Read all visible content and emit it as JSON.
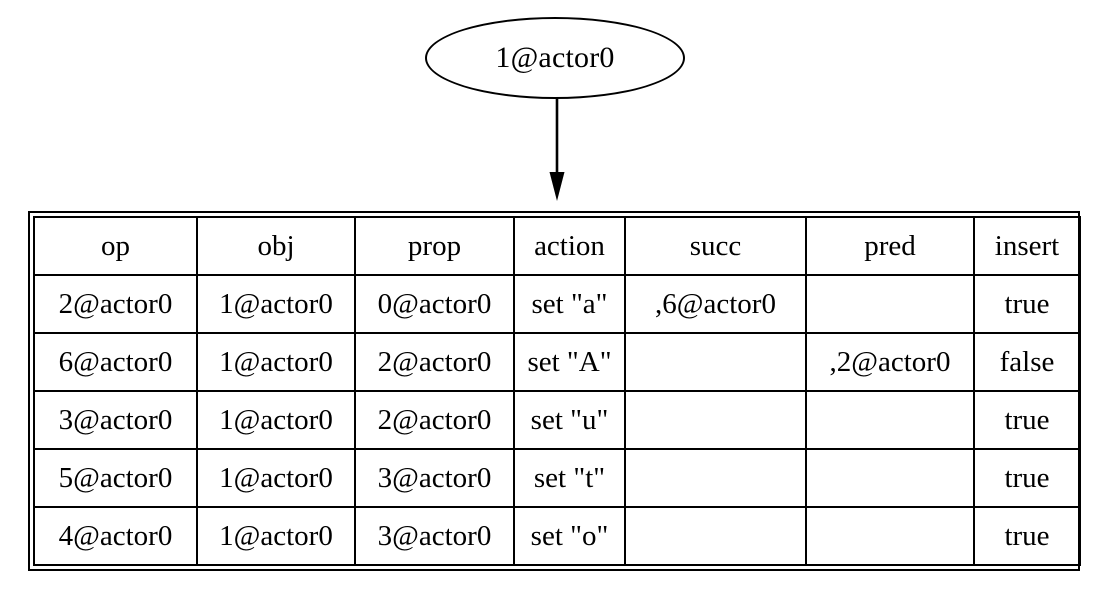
{
  "graph": {
    "node": {
      "label": "1@actor0",
      "shape": "ellipse"
    },
    "edge": {
      "from": "1@actor0",
      "to": "record-table",
      "style": "solid-arrow-down"
    }
  },
  "table": {
    "columns": [
      "op",
      "obj",
      "prop",
      "action",
      "succ",
      "pred",
      "insert"
    ],
    "rows": [
      {
        "op": "2@actor0",
        "obj": "1@actor0",
        "prop": "0@actor0",
        "action": "set \"a\"",
        "succ": ",6@actor0",
        "pred": "",
        "insert": "true"
      },
      {
        "op": "6@actor0",
        "obj": "1@actor0",
        "prop": "2@actor0",
        "action": "set \"A\"",
        "succ": "",
        "pred": ",2@actor0",
        "insert": "false"
      },
      {
        "op": "3@actor0",
        "obj": "1@actor0",
        "prop": "2@actor0",
        "action": "set \"u\"",
        "succ": "",
        "pred": "",
        "insert": "true"
      },
      {
        "op": "5@actor0",
        "obj": "1@actor0",
        "prop": "3@actor0",
        "action": "set \"t\"",
        "succ": "",
        "pred": "",
        "insert": "true"
      },
      {
        "op": "4@actor0",
        "obj": "1@actor0",
        "prop": "3@actor0",
        "action": "set \"o\"",
        "succ": "",
        "pred": "",
        "insert": "true"
      }
    ]
  },
  "colors": {
    "background": "#ffffff",
    "stroke": "#000000",
    "text": "#000000"
  }
}
